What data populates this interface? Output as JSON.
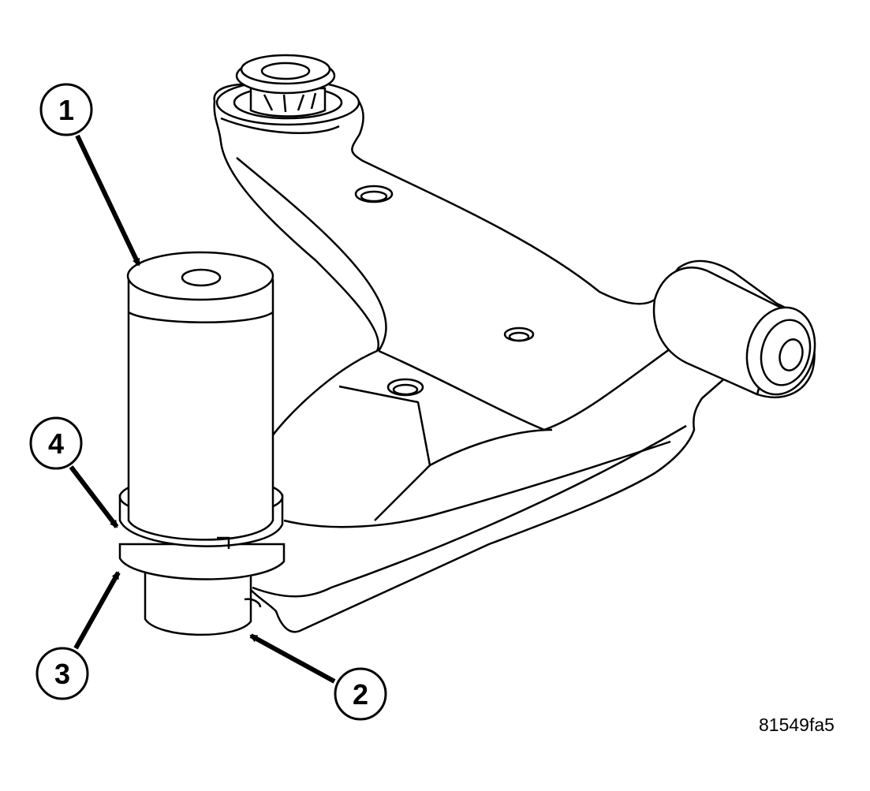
{
  "figure_id": "81549fa5",
  "callouts": [
    {
      "id": "1",
      "label": "1"
    },
    {
      "id": "2",
      "label": "2"
    },
    {
      "id": "3",
      "label": "3"
    },
    {
      "id": "4",
      "label": "4"
    }
  ],
  "colors": {
    "line": "#000000",
    "fill": "#ffffff",
    "background": "#ffffff"
  }
}
